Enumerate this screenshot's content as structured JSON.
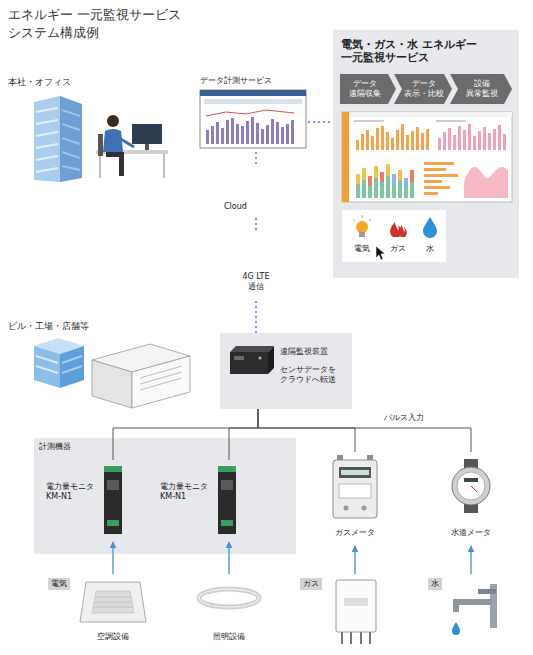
{
  "diagram": {
    "title": "エネルギー 一元監視サービス システム構成例",
    "nodes": [
      {
        "text": [
          "本社・オフィス"
        ]
      },
      {
        "text": [
          "データ計測サービス"
        ]
      },
      {
        "text": [
          "電気・ガス・水 エネルギー 一元監視サービス"
        ]
      },
      {
        "text": [
          "データ 遠隔収集"
        ],
        "in": 2
      },
      {
        "text": [
          "データ 表示・比較"
        ],
        "in": 2
      },
      {
        "text": [
          "設備 異常監視"
        ],
        "in": 2
      },
      {
        "text": [
          "電気",
          "ガス",
          "水"
        ],
        "in": 2
      },
      {
        "text": [
          "Cloud"
        ]
      },
      {
        "text": [
          "4G LTE 通信"
        ]
      },
      {
        "text": [
          "ビル・工場・店舗等"
        ]
      },
      {
        "text": [
          "遠隔監視装置",
          "センサデータを クラウドへ転送"
        ]
      },
      {
        "text": [
          "計測機器"
        ]
      },
      {
        "text": [
          "電力量モニタ KM-N1"
        ],
        "in": 11
      },
      {
        "text": [
          "電力量モニタ KM-N1"
        ],
        "in": 11
      },
      {
        "text": [
          "ガスメータ"
        ]
      },
      {
        "text": [
          "水道メータ"
        ]
      },
      {
        "text": [
          "電気",
          "空調設備"
        ]
      },
      {
        "text": [
          "照明設備"
        ]
      },
      {
        "text": [
          "ガス"
        ]
      },
      {
        "text": [
          "水"
        ]
      }
    ],
    "edges": [
      {
        "from": 1,
        "to": 2,
        "arrow": "none"
      },
      {
        "from": 7,
        "to": 1,
        "arrow": "none"
      },
      {
        "from": 8,
        "to": 7,
        "arrow": "none"
      },
      {
        "from": 10,
        "to": 8,
        "arrow": "none"
      },
      {
        "from": 12,
        "to": 10,
        "arrow": "none"
      },
      {
        "from": 13,
        "to": 10,
        "arrow": "none"
      },
      {
        "from": 14,
        "to": 10,
        "arrow": "none"
      },
      {
        "from": 15,
        "to": 10,
        "arrow": "none"
      },
      {
        "from": 16,
        "to": 12,
        "arrow": "to"
      },
      {
        "from": 17,
        "to": 13,
        "arrow": "to"
      },
      {
        "from": 18,
        "to": 14,
        "arrow": "to"
      },
      {
        "from": 19,
        "to": 15,
        "arrow": "to"
      }
    ],
    "labels": [
      "パルス入力"
    ]
  }
}
